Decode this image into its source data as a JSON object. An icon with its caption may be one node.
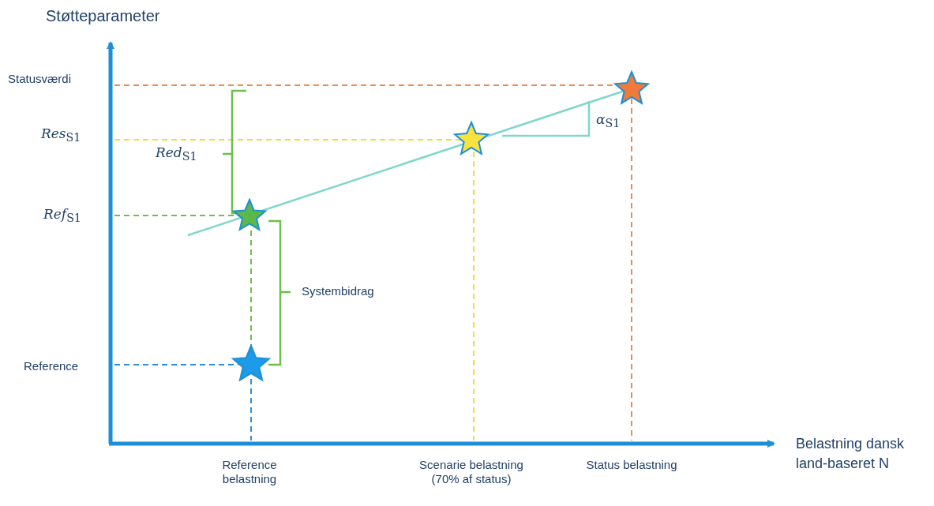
{
  "diagram": {
    "labels": [
      "Støtteparameter",
      "Statusværdi",
      "*Res*$_{S1}$",
      "*Red*$_{S1}$",
      "*Ref*$_{S1}$",
      "Reference",
      "Systembidrag",
      "*α*$_{S1}$",
      "Belastning dansk land-baseret N",
      "Reference belastning",
      "Scenarie belastning (70% af status)",
      "Status belastning"
    ]
  }
}
